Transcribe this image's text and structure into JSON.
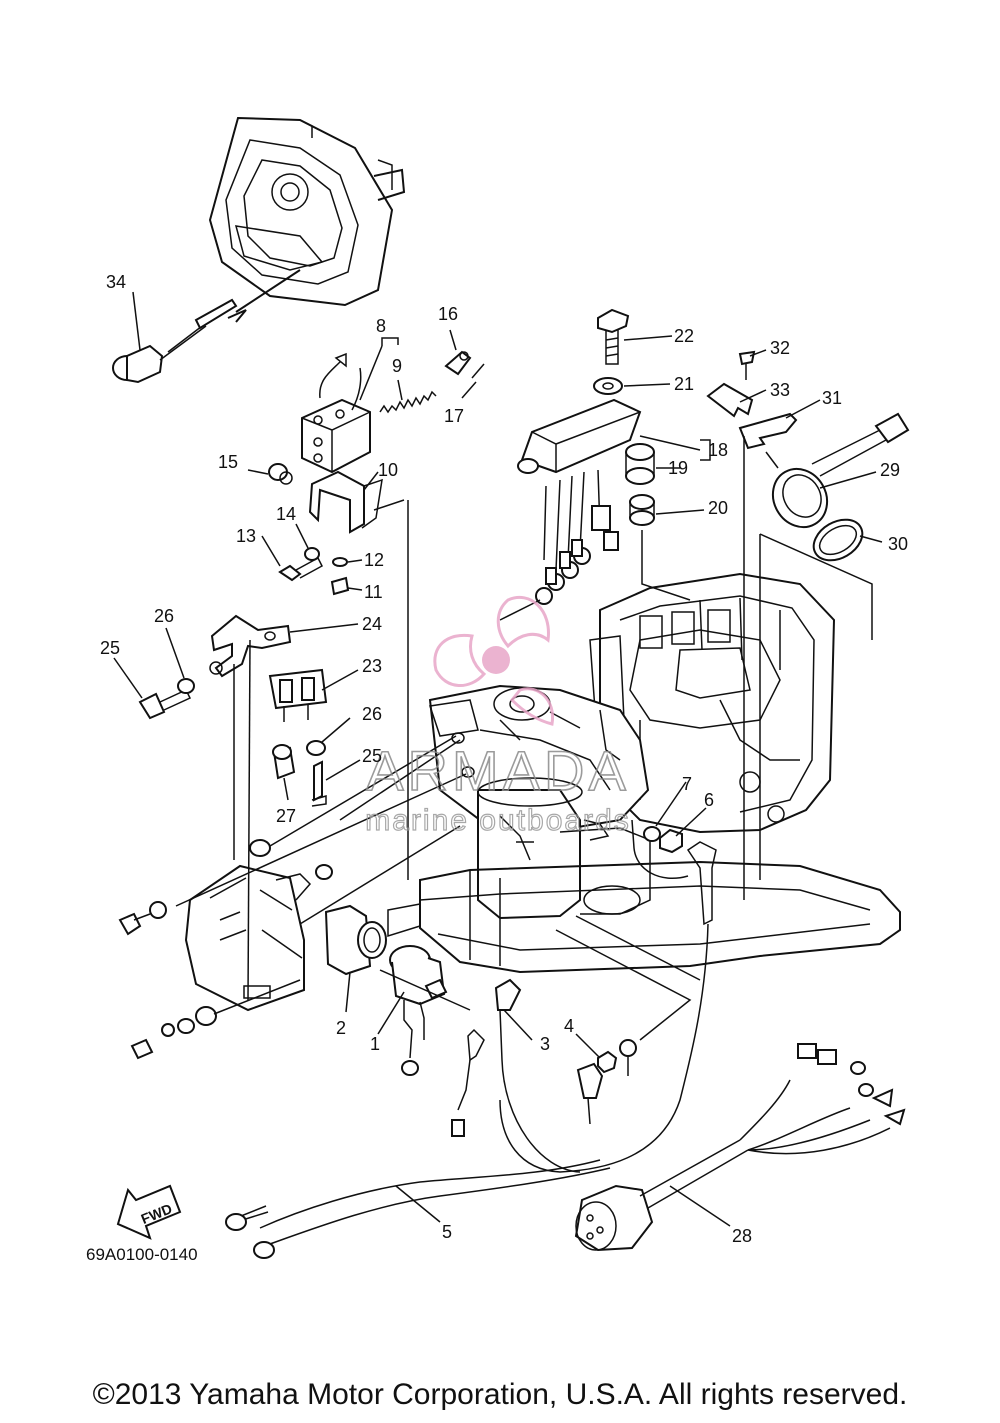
{
  "callouts": {
    "c1": "1",
    "c2": "2",
    "c3": "3",
    "c4": "4",
    "c5": "5",
    "c6": "6",
    "c7": "7",
    "c8": "8",
    "c9": "9",
    "c10": "10",
    "c11": "11",
    "c12": "12",
    "c13": "13",
    "c14": "14",
    "c15": "15",
    "c16": "16",
    "c17": "17",
    "c18": "18",
    "c19": "19",
    "c20": "20",
    "c21": "21",
    "c22": "22",
    "c23": "23",
    "c24": "24",
    "c25a": "25",
    "c25b": "25",
    "c26a": "26",
    "c26b": "26",
    "c27": "27",
    "c28": "28",
    "c29": "29",
    "c30": "30",
    "c31": "31",
    "c32": "32",
    "c33": "33",
    "c34": "34"
  },
  "diagram_code": "69A0100-0140",
  "fwd_label": "FWD",
  "watermark": {
    "brand": "ARMADA",
    "tagline": "marine outboards",
    "logo_color": "#e8a6c8"
  },
  "copyright": "©2013 Yamaha Motor Corporation, U.S.A. All rights reserved."
}
